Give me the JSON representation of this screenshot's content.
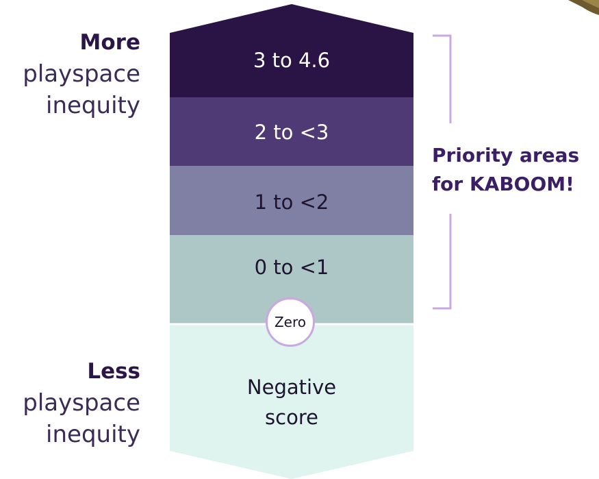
{
  "left_labels": {
    "more": {
      "strong": "More",
      "line1": "playspace",
      "line2": "inequity"
    },
    "less": {
      "strong": "Less",
      "line1": "playspace",
      "line2": "inequity"
    }
  },
  "bands": [
    {
      "label": "3 to 4.6",
      "color": "#2a1446"
    },
    {
      "label": "2 to <3",
      "color": "#503a76"
    },
    {
      "label": "1 to <2",
      "color": "#8080a4"
    },
    {
      "label": "0 to <1",
      "color": "#adc7c7"
    },
    {
      "label_line1": "Negative",
      "label_line2": "score",
      "color": "#dff4ef"
    }
  ],
  "zero_badge": "Zero",
  "priority": {
    "line1": "Priority areas",
    "line2": "for KABOOM!"
  },
  "colors": {
    "bracket": "#c9a8df",
    "priority_text": "#3a1f66",
    "side_text": "#2a1647"
  }
}
